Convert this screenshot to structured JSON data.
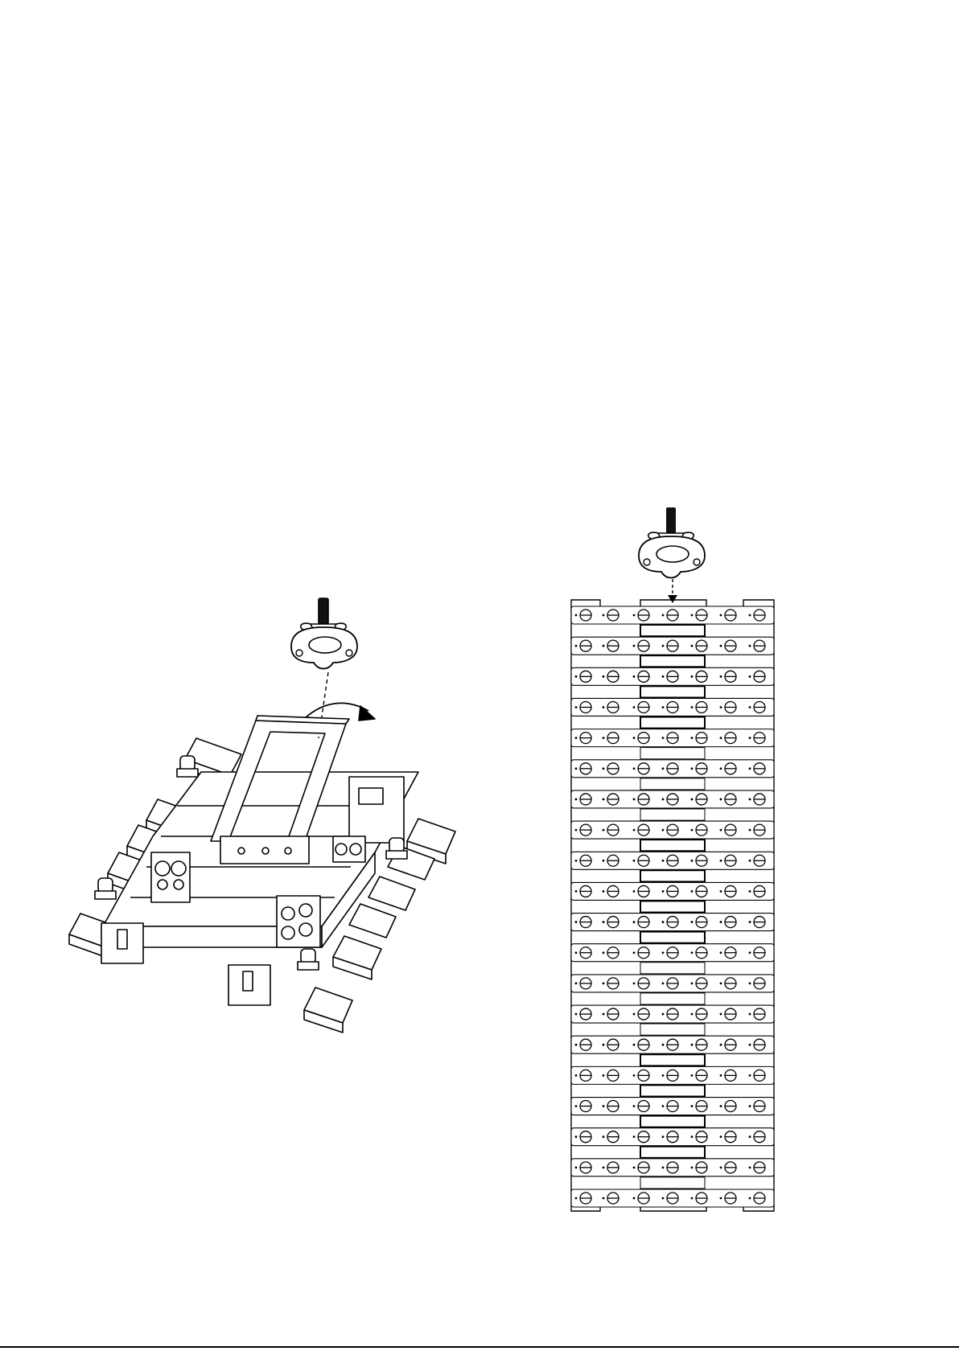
{
  "page": {
    "background": "#ffffff",
    "ink": "#000000"
  },
  "figures": [
    {
      "id": "fixture-perspective",
      "parts": [
        "clamp-icon",
        "clamp-bolt-icon",
        "rotation-arrow-icon",
        "yoke-bracket",
        "fixture-body",
        "connector-panel",
        "cooling-fin",
        "lock-knob-icon"
      ]
    },
    {
      "id": "fixture-front-array",
      "row_count": 20,
      "module_groups": 3,
      "parts": [
        "clamp-icon",
        "clamp-bolt-icon",
        "mounting-line",
        "module-row",
        "screw-icon",
        "led-window"
      ]
    }
  ]
}
